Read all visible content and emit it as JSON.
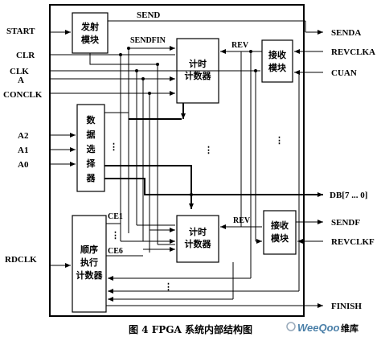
{
  "inputs_left": {
    "start": "START",
    "clr": "CLR",
    "clk": "CLK",
    "a": "A",
    "conclk": "CONCLK",
    "a2": "A2",
    "a1": "A1",
    "a0": "A0",
    "rdclk": "RDCLK"
  },
  "outputs_right": {
    "senda": "SENDA",
    "revclka": "REVCLKA",
    "cuan": "CUAN",
    "db": "DB[7 ... 0]",
    "sendf": "SENDF",
    "revclkf": "REVCLKF",
    "finish": "FINISH"
  },
  "internal": {
    "send": "SEND",
    "sendfin": "SENDFIN",
    "rev_top": "REV",
    "rev_bottom": "REV",
    "ce1": "CE1",
    "ce6": "CE6"
  },
  "blocks": {
    "transmitter": [
      "发射",
      "模块"
    ],
    "counter_top": [
      "计时",
      "计数器"
    ],
    "receiver_top": [
      "接收",
      "模块"
    ],
    "data_selector": [
      "数",
      "据",
      "选",
      "择",
      "器"
    ],
    "counter_bottom": [
      "计时",
      "计数器"
    ],
    "receiver_bottom": [
      "接收",
      "模块"
    ],
    "sequencer": [
      "顺序",
      "执行",
      "计数器"
    ]
  },
  "ellipsis": "⋮",
  "caption": "图 4    FPGA 系统内部结构图",
  "watermark": {
    "brand": "WeeQoo",
    "suffix": "维库"
  }
}
